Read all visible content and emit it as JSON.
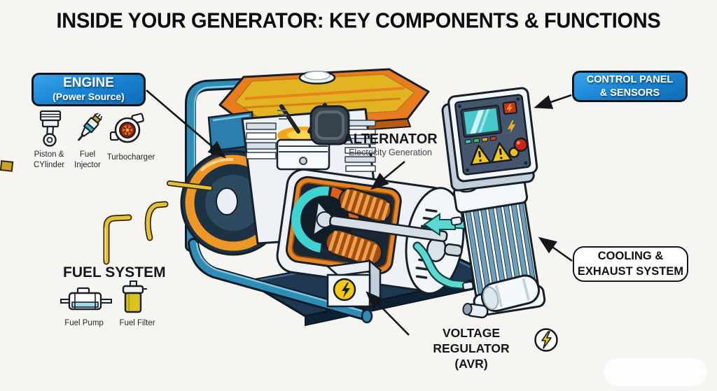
{
  "title": "INSIDE YOUR GENERATOR: KEY COMPONENTS & FUNCTIONS",
  "callouts": {
    "engine": {
      "title": "ENGINE",
      "subtitle": "(Power Source)"
    },
    "control_panel": {
      "line1": "CONTROL PANEL",
      "line2": "& SENSORS"
    },
    "cooling": {
      "line1": "COOLING &",
      "line2": "EXHAUST SYSTEM"
    },
    "alternator": {
      "title": "ALTERNATOR",
      "subtitle": "Electricity Generation"
    },
    "fuel_system": {
      "title": "FUEL SYSTEM"
    },
    "voltage_regulator": {
      "line1": "VOLTAGE REGULATOR",
      "line2": "(AVR)"
    }
  },
  "engine_icons": [
    {
      "icon": "piston-cylinder-icon",
      "line1": "Piston &",
      "line2": "CYlinder"
    },
    {
      "icon": "fuel-injector-icon",
      "line1": "Fuel",
      "line2": "Injector"
    },
    {
      "icon": "turbocharger-icon",
      "line1": "Turbocharger",
      "line2": ""
    }
  ],
  "fuel_icons": [
    {
      "icon": "fuel-pump-icon",
      "label": "Fuel Pump"
    },
    {
      "icon": "fuel-filter-icon",
      "label": "Fuel Filter"
    }
  ],
  "colors": {
    "label_blue": "#1b86d6",
    "outline_dark": "#14181d",
    "tank_orange": "#e87c1e",
    "tank_yellow": "#e2b422",
    "frame_blue": "#2f8cb4",
    "copper": "#b55a14",
    "coolant_teal": "#3ed2d2",
    "warning_yellow": "#f2c716",
    "alert_red": "#cc2418"
  }
}
